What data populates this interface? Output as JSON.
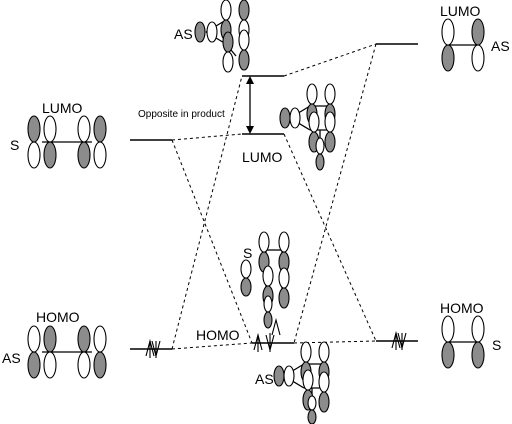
{
  "labels": {
    "left_lumo": "LUMO",
    "left_lumo_sym": "S",
    "left_homo": "HOMO",
    "left_homo_sym": "AS",
    "right_lumo": "LUMO",
    "right_lumo_sym": "AS",
    "right_homo": "HOMO",
    "right_homo_sym": "S",
    "center_top_sym": "AS",
    "center_lumo": "LUMO",
    "center_homo": "HOMO",
    "center_homo_sym": "S",
    "center_bottom_sym": "AS",
    "annotation": "Opposite in product"
  },
  "colors": {
    "line": "#000000",
    "lobe_shaded": "#8c8c8c",
    "lobe_white": "#ffffff"
  }
}
